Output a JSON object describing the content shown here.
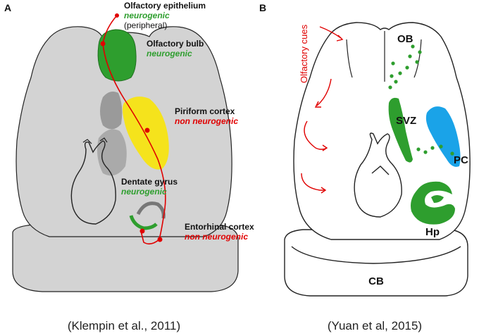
{
  "panel_a": {
    "letter": "A",
    "labels": {
      "epithelium": "Olfactory epithelium",
      "epithelium_status": "neurogenic",
      "epithelium_note": "(peripheral)",
      "bulb": "Olfactory bulb",
      "bulb_status": "neurogenic",
      "piriform": "Piriform cortex",
      "piriform_status": "non neurogenic",
      "dentate": "Dentate gyrus",
      "dentate_status": "neurogenic",
      "entorhinal": "Entorhinal cortex",
      "entorhinal_status": "non neurogenic"
    },
    "citation": "(Klempin et al., 2011)"
  },
  "panel_b": {
    "letter": "B",
    "cues": "Olfactory cues",
    "labels": {
      "ob": "OB",
      "svz": "SVZ",
      "pc": "PC",
      "hp": "Hp",
      "cb": "CB"
    },
    "citation": "(Yuan et al, 2015)"
  },
  "colors": {
    "brain_fill": "#d3d3d3",
    "bulb_green": "#2e9e2e",
    "piriform_yellow": "#f5e31c",
    "pc_blue": "#1aa3e8",
    "pathway_red": "#e00000",
    "shadow_gray": "#9a9a9a"
  }
}
